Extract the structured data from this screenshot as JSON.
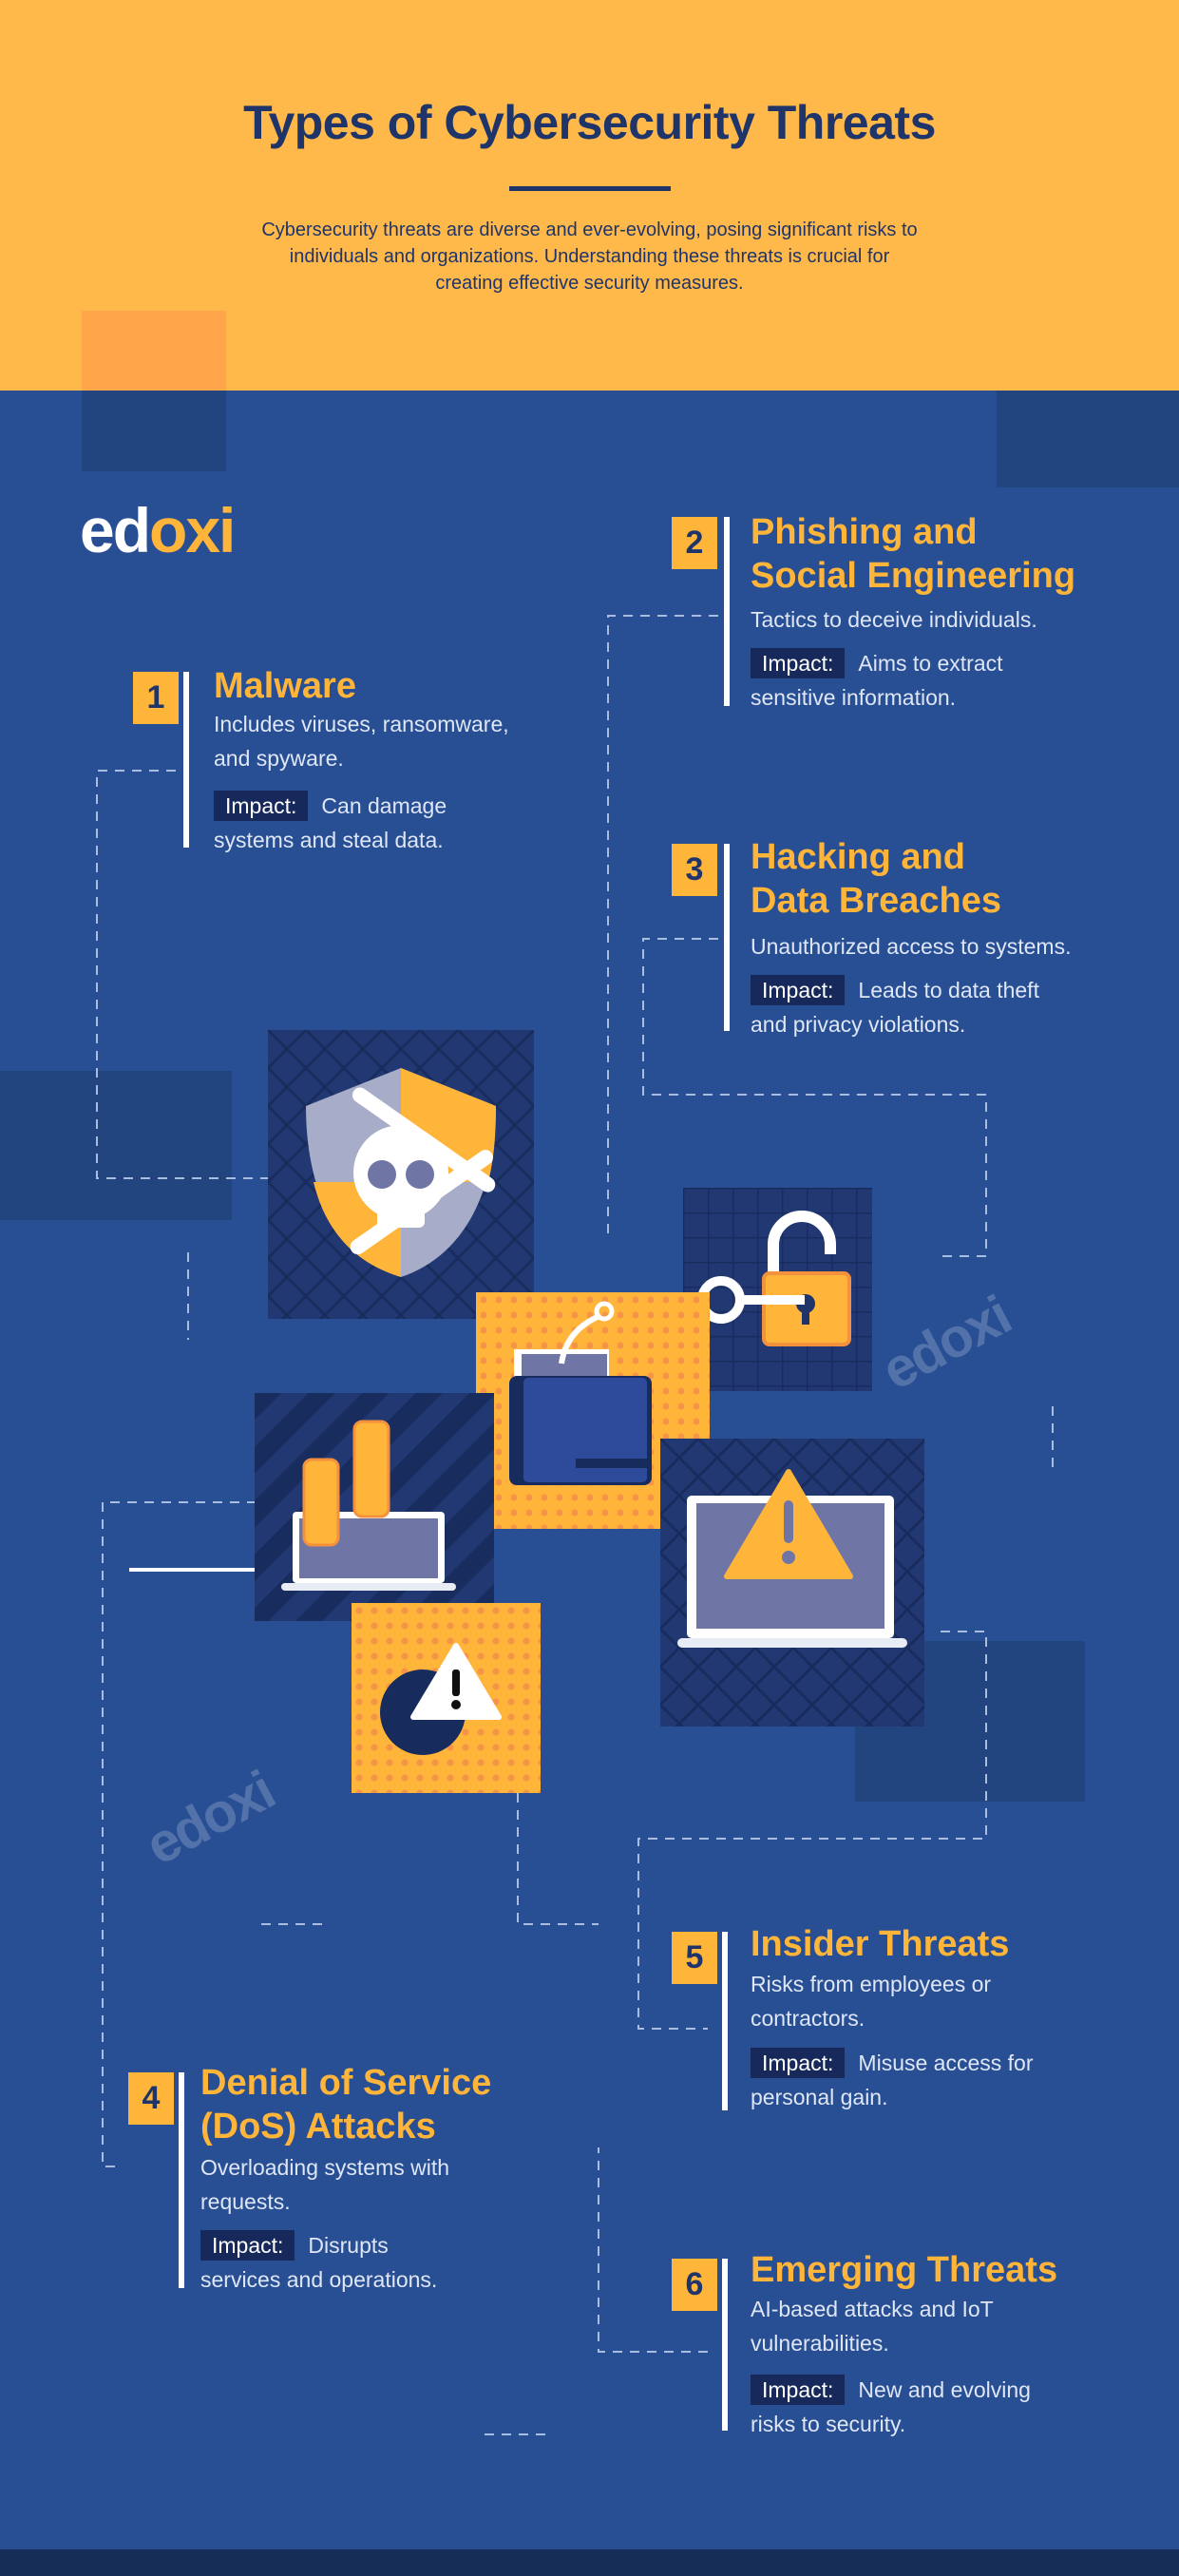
{
  "header": {
    "title": "Types of Cybersecurity Threats",
    "subtitle_lines": [
      "Cybersecurity threats are diverse and ever-evolving, posing significant risks to",
      "individuals and organizations. Understanding these threats is crucial for",
      "creating effective security measures."
    ]
  },
  "logo": {
    "part1": "ed",
    "part2": "oxi"
  },
  "impact_label": "Impact:",
  "threats": [
    {
      "num": "1",
      "title": [
        "Malware"
      ],
      "desc": [
        "Includes viruses, ransomware,",
        "and spyware."
      ],
      "impact": [
        "Can damage",
        "systems and steal data."
      ]
    },
    {
      "num": "2",
      "title": [
        "Phishing and",
        "Social Engineering"
      ],
      "desc": [
        "Tactics to deceive individuals."
      ],
      "impact": [
        "Aims to extract",
        "sensitive information."
      ]
    },
    {
      "num": "3",
      "title": [
        "Hacking and",
        "Data Breaches"
      ],
      "desc": [
        "Unauthorized access to systems."
      ],
      "impact": [
        "Leads to data theft",
        "and privacy violations."
      ]
    },
    {
      "num": "4",
      "title": [
        "Denial of Service",
        "(DoS) Attacks"
      ],
      "desc": [
        "Overloading systems with",
        "requests."
      ],
      "impact": [
        "Disrupts",
        "services and operations."
      ]
    },
    {
      "num": "5",
      "title": [
        "Insider Threats"
      ],
      "desc": [
        "Risks from employees or",
        "contractors."
      ],
      "impact": [
        "Misuse access for",
        "personal gain."
      ]
    },
    {
      "num": "6",
      "title": [
        "Emerging Threats"
      ],
      "desc": [
        "AI-based attacks and IoT",
        "vulnerabilities."
      ],
      "impact": [
        "New and evolving",
        "risks to security."
      ]
    }
  ],
  "colors": {
    "yellow": "#ffb84a",
    "blue": "#284f94",
    "navy": "#1f356a",
    "accent": "#ffb43a",
    "dark": "#152d57"
  },
  "illustrations": [
    "skull-shield-icon",
    "phishing-hook-folder-icon",
    "key-padlock-icon",
    "laptop-warning-icon",
    "rocket-laptop-icon",
    "bomb-warning-icon"
  ]
}
